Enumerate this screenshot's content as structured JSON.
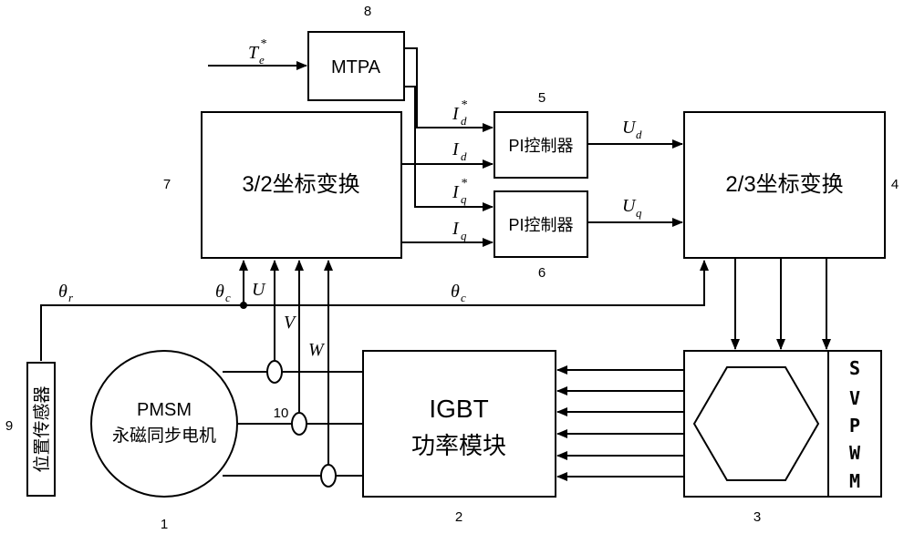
{
  "blocks": {
    "mtpa": "MTPA",
    "pi_d": "PI控制器",
    "pi_q": "PI控制器",
    "trans32": "3/2坐标变换",
    "trans23": "2/3坐标变换",
    "igbt_line1": "IGBT",
    "igbt_line2": "功率模块",
    "motor_line1": "PMSM",
    "motor_line2": "永磁同步电机",
    "sensor": "位置传感器",
    "svpwm_letters": [
      "S",
      "V",
      "P",
      "W",
      "M"
    ]
  },
  "numbers": {
    "n1": "1",
    "n2": "2",
    "n3": "3",
    "n4": "4",
    "n5": "5",
    "n6": "6",
    "n7": "7",
    "n8": "8",
    "n9": "9",
    "n10": "10"
  },
  "signals": {
    "te": "T",
    "te_sub": "e",
    "te_sup": "*",
    "id_star": "I",
    "id_star_sub": "d",
    "id_star_sup": "*",
    "id": "I",
    "id_sub": "d",
    "iq_star": "I",
    "iq_star_sub": "q",
    "iq_star_sup": "*",
    "iq": "I",
    "iq_sub": "q",
    "ud": "U",
    "ud_sub": "d",
    "uq": "U",
    "uq_sub": "q",
    "theta_r": "θ",
    "theta_r_sub": "r",
    "theta_c1": "θ",
    "theta_c1_sub": "c",
    "theta_c2": "θ",
    "theta_c2_sub": "c",
    "u": "U",
    "v": "V",
    "w": "W"
  }
}
